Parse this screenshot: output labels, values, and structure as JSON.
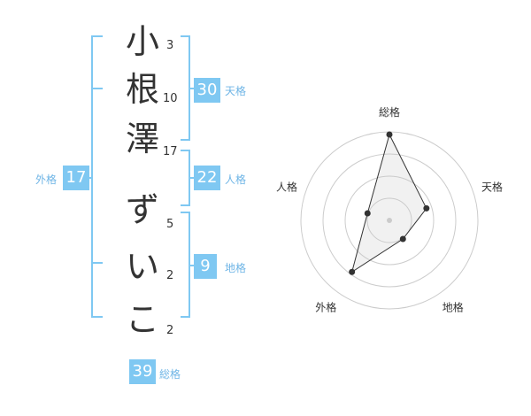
{
  "name_chars": [
    "小",
    "根",
    "澤",
    "ず",
    "い",
    "こ"
  ],
  "strokes": [
    "3",
    "10",
    "17",
    "5",
    "2",
    "2"
  ],
  "scores": {
    "tenkaku": {
      "value": "30",
      "label": "天格"
    },
    "jinkaku": {
      "value": "22",
      "label": "人格"
    },
    "chikaku": {
      "value": "9",
      "label": "地格"
    },
    "gaikaku": {
      "value": "17",
      "label": "外格"
    },
    "soukaku": {
      "value": "39",
      "label": "総格"
    }
  },
  "colors": {
    "accent": "#7fc8f2",
    "bracket": "#7fc8f2",
    "text": "#333333"
  },
  "chart_data": {
    "type": "radar",
    "axes": [
      "総格",
      "天格",
      "地格",
      "外格",
      "人格"
    ],
    "values": [
      0.97,
      0.44,
      0.26,
      0.72,
      0.26
    ],
    "rings": 4,
    "grid": true
  }
}
